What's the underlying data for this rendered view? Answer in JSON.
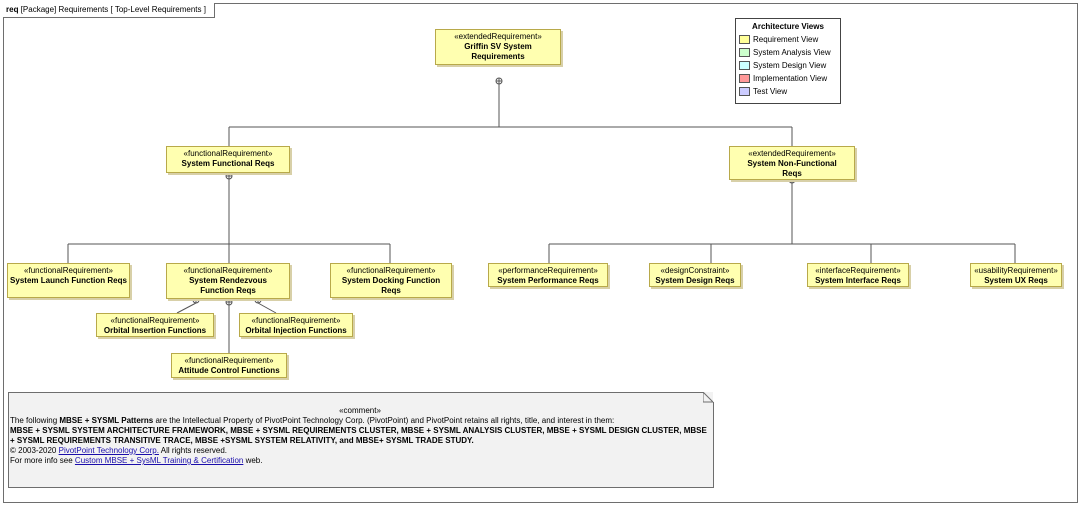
{
  "frame": {
    "kind": "req",
    "label": "[Package] Requirements [ Top-Level Requirements ]"
  },
  "legend": {
    "title": "Architecture Views",
    "items": [
      {
        "label": "Requirement View",
        "color": "#ffff99"
      },
      {
        "label": "System Analysis View",
        "color": "#ccffcc"
      },
      {
        "label": "System Design View",
        "color": "#ccffff"
      },
      {
        "label": "Implementation View",
        "color": "#ff9999"
      },
      {
        "label": "Test View",
        "color": "#ccccff"
      }
    ]
  },
  "nodes": {
    "root": {
      "stereotype": "«extendedRequirement»",
      "name": "Griffin SV System Requirements"
    },
    "functional": {
      "stereotype": "«functionalRequirement»",
      "name": "System Functional Reqs"
    },
    "nonfunctional": {
      "stereotype": "«extendedRequirement»",
      "name": "System Non-Functional Reqs"
    },
    "launch": {
      "stereotype": "«functionalRequirement»",
      "name": "System Launch Function Reqs"
    },
    "rendezvous": {
      "stereotype": "«functionalRequirement»",
      "name": "System Rendezvous Function Reqs"
    },
    "docking": {
      "stereotype": "«functionalRequirement»",
      "name": "System Docking Function Reqs"
    },
    "orbital_insertion": {
      "stereotype": "«functionalRequirement»",
      "name": "Orbital Insertion Functions"
    },
    "orbital_injection": {
      "stereotype": "«functionalRequirement»",
      "name": "Orbital Injection Functions"
    },
    "attitude": {
      "stereotype": "«functionalRequirement»",
      "name": "Attitude Control Functions"
    },
    "performance": {
      "stereotype": "«performanceRequirement»",
      "name": "System Performance Reqs"
    },
    "design": {
      "stereotype": "«designConstraint»",
      "name": "System Design Reqs"
    },
    "interface": {
      "stereotype": "«interfaceRequirement»",
      "name": "System Interface Reqs"
    },
    "ux": {
      "stereotype": "«usabilityRequirement»",
      "name": "System UX Reqs"
    }
  },
  "comment": {
    "stereotype": "«comment»",
    "line1_pre": "The following ",
    "line1_bold": "MBSE + SYSML Patterns",
    "line1_post": " are the Intellectual Property of PivotPoint Technology Corp. (PivotPoint) and PivotPoint retains all rights, title, and interest in them:",
    "patterns": "MBSE + SYSML SYSTEM ARCHITECTURE FRAMEWORK, MBSE + SYSML REQUIREMENTS CLUSTER, MBSE + SYSML ANALYSIS CLUSTER, MBSE + SYSML DESIGN CLUSTER, MBSE + SYSML  REQUIREMENTS TRANSITIVE TRACE, MBSE +SYSML SYSTEM RELATIVITY, and MBSE+ SYSML TRADE STUDY.",
    "copyright_pre": "© 2003-2020 ",
    "copyright_link": "PivotPoint Technology Corp.",
    "copyright_post": " All rights reserved.",
    "info_pre": "For more info see ",
    "info_link": "Custom MBSE + SysML Training & Certification",
    "info_post": " web."
  }
}
